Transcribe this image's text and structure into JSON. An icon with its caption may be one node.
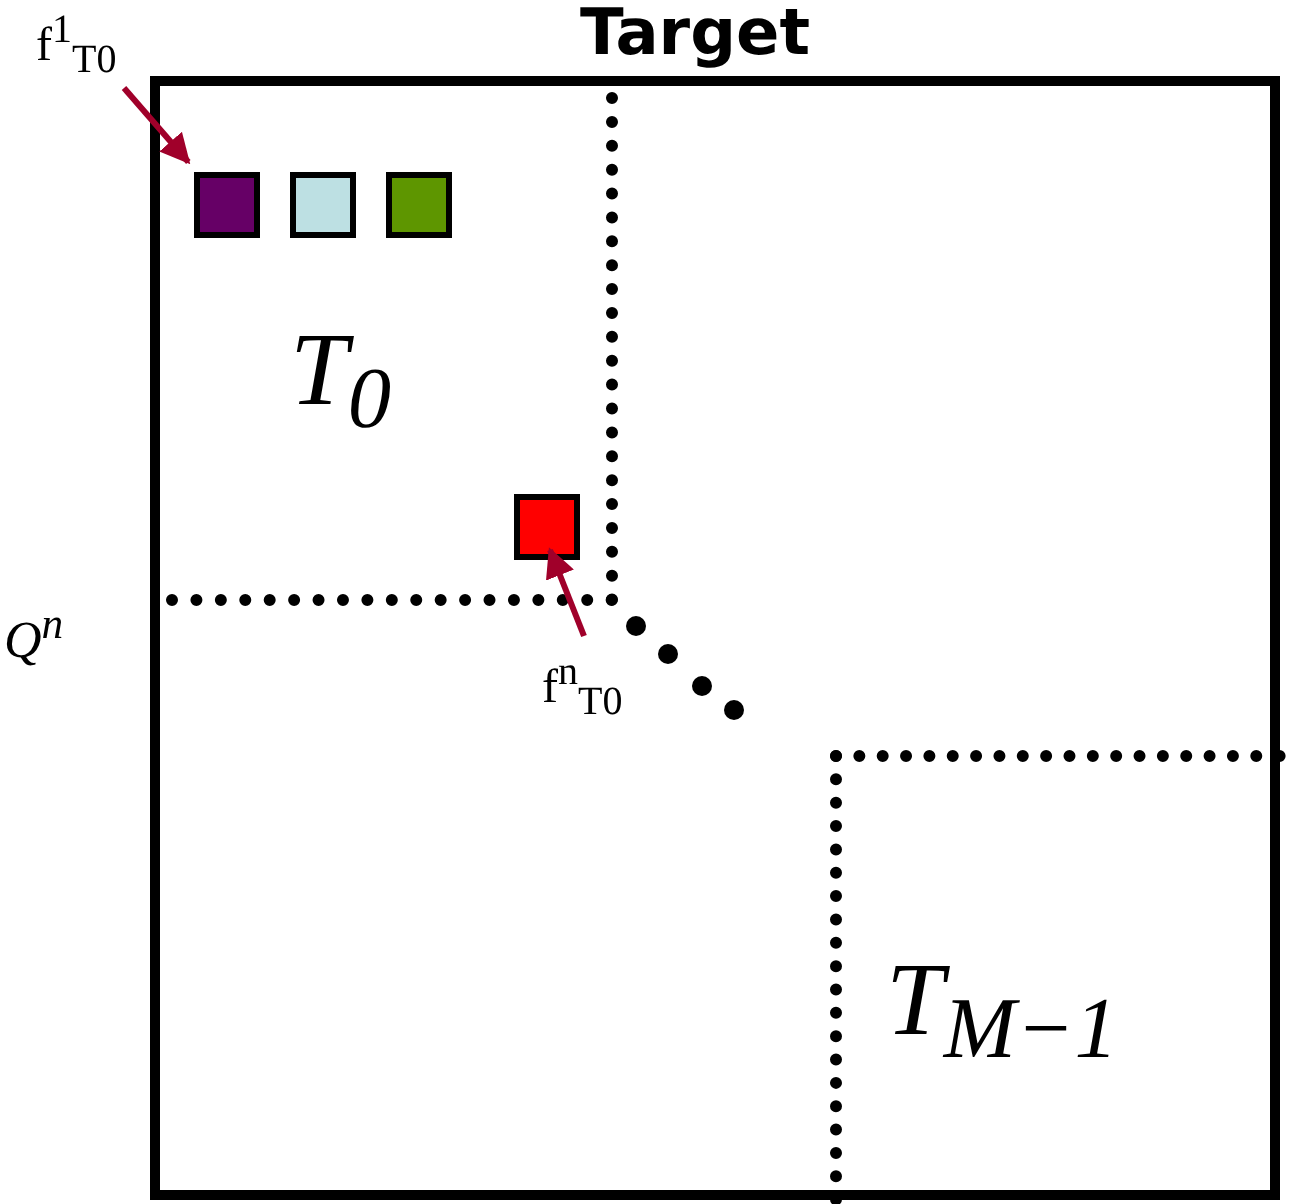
{
  "diagram": {
    "nodes": [
      {
        "text": [
          "Target"
        ]
      },
      {
        "text": [
          "T$_{0}$"
        ],
        "in": 0
      },
      {
        "text": [],
        "shape": "box",
        "in": 1
      },
      {
        "text": [],
        "shape": "box",
        "in": 1
      },
      {
        "text": [],
        "shape": "box",
        "in": 1
      },
      {
        "text": [],
        "shape": "box",
        "in": 1
      },
      {
        "text": [
          "T$_{M−1}$"
        ],
        "in": 0
      },
      {
        "text": [
          "f$^{1}$$_{T0}$"
        ]
      },
      {
        "text": [
          "f$^{n}$$_{T0}$"
        ],
        "in": 0
      }
    ],
    "edges": [
      {
        "from": 7,
        "to": 2,
        "arrow": "to",
        "color": "#a0002a"
      },
      {
        "from": 8,
        "to": 5,
        "arrow": "to",
        "color": "#a0002a"
      }
    ],
    "labels": [
      "Q$^{n}$"
    ]
  }
}
